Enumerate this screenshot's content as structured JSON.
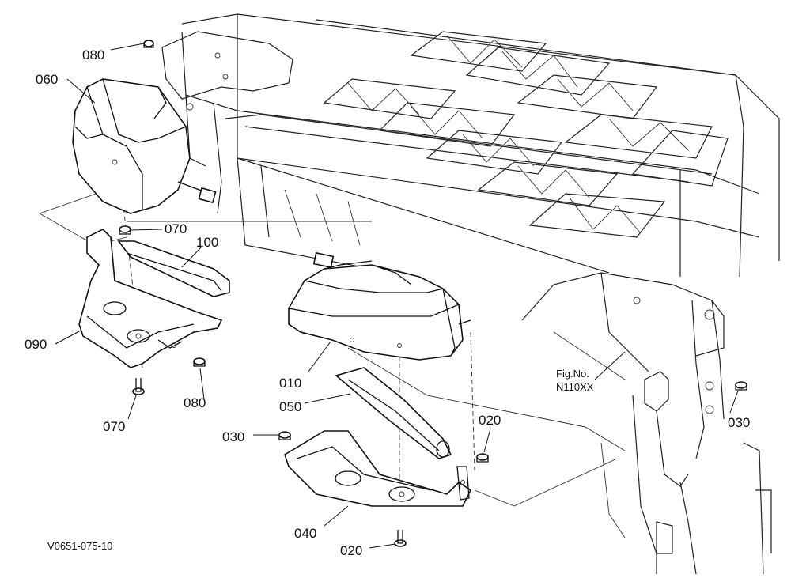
{
  "labels": {
    "l080a": "080",
    "l060": "060",
    "l070a": "070",
    "l100": "100",
    "l090": "090",
    "l080b": "080",
    "l070b": "070",
    "l010": "010",
    "l050": "050",
    "l030a": "030",
    "l020a": "020",
    "l040": "040",
    "l020b": "020",
    "l030b": "030"
  },
  "figref": {
    "line1": "Fig.No.",
    "line2": "N110XX"
  },
  "drawing_code": "V0651-075-10"
}
